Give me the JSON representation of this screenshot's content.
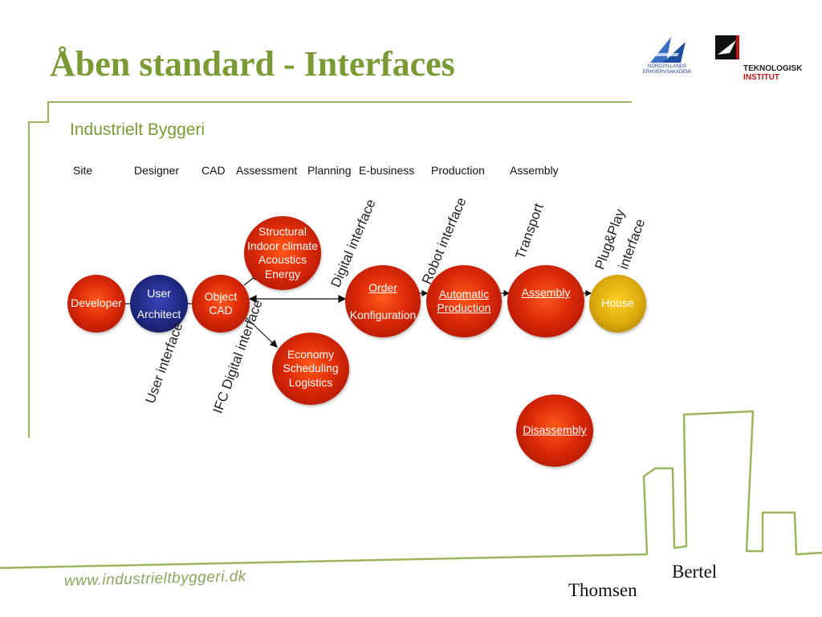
{
  "title": "Åben standard - Interfaces",
  "subtitle": "Industrielt Byggeri",
  "stages": [
    "Site",
    "Designer",
    "CAD",
    "Assessment",
    "Planning",
    "E-business",
    "Production",
    "Assembly"
  ],
  "nodes": {
    "developer": [
      "Developer"
    ],
    "user_architect": [
      "User",
      "Architect"
    ],
    "object_cad": [
      "Object",
      "CAD"
    ],
    "structural": [
      "Structural",
      "Indoor climate",
      "Acoustics",
      "Energy"
    ],
    "economy": [
      "Economy",
      "Scheduling",
      "Logistics"
    ],
    "order": [
      "Order",
      "Konfiguration"
    ],
    "automatic_production": [
      "Automatic",
      "Production"
    ],
    "assembly": [
      "Assembly"
    ],
    "house": [
      "House"
    ],
    "disassembly": [
      "Disassembly"
    ]
  },
  "interfaces": {
    "user_interface": "User interface",
    "ifc_digital_interface": "IFC Digital interface",
    "digital_interface": "Digital interface",
    "robot_interface": "Robot interface",
    "transport": "Transport",
    "plug_play_line1": "Plug&Play",
    "plug_play_line2": "interface"
  },
  "footer": {
    "url": "www.industrieltbyggeri.dk",
    "author_first": "Bertel",
    "author_last": "Thomsen"
  },
  "logos": {
    "left_line1": "NORDJYLLANDS",
    "left_line2": "ERHVERVSAKADEMI",
    "right_line1": "TEKNOLOGISK",
    "right_line2": "INSTITUT"
  },
  "colors": {
    "accent_green": "#7a9a33",
    "node_red": "#dd2a08",
    "node_blue": "#1f2880",
    "node_gold": "#dca90c"
  }
}
